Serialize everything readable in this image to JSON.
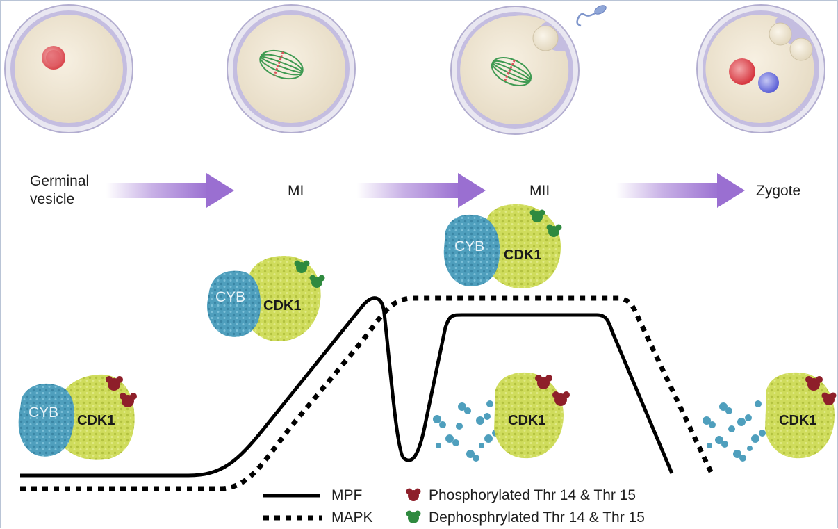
{
  "stages": {
    "germinal_vesicle_line1": "Germinal",
    "germinal_vesicle_line2": "vesicle",
    "mi": "MI",
    "mii": "MII",
    "zygote": "Zygote"
  },
  "complex_labels": {
    "cyb": "CYB",
    "cdk1": "CDK1"
  },
  "legend": {
    "mpf": "MPF",
    "mapk": "MAPK",
    "phosphorylated": "Phosphorylated Thr 14 & Thr 15",
    "dephosphorylated": "Dephosphrylated Thr 14 & Thr 15"
  },
  "colors": {
    "cyb": "#4f9fbd",
    "cdk1": "#cfdc5c",
    "phosphorylated": "#8e1f2a",
    "dephosphorylated": "#2f8a3f",
    "arrow": "#9a6fd1",
    "cytoplasm": "#f3ead9",
    "zona": "#c9c2e0"
  }
}
